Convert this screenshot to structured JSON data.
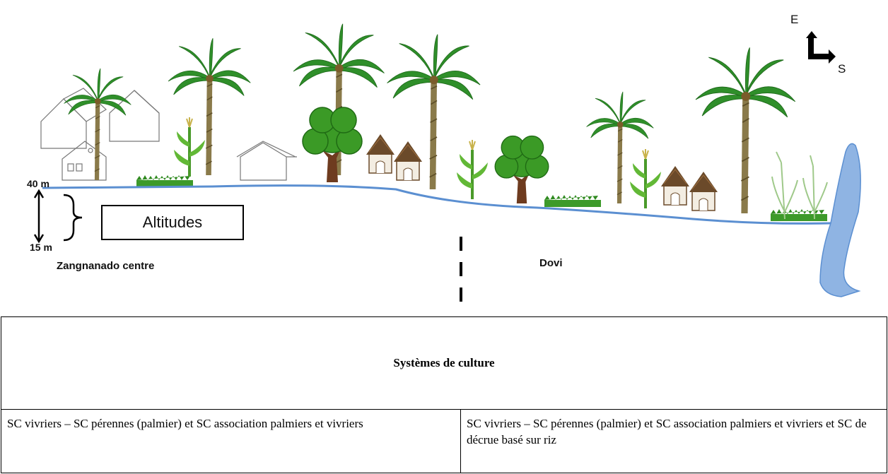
{
  "scene": {
    "altitude_top": "40 m",
    "altitude_bottom": "15 m",
    "altitudes_label": "Altitudes",
    "zone_left": "Zangnanado centre",
    "zone_right": "Dovi",
    "compass_e": "E",
    "compass_s": "S"
  },
  "table": {
    "header": "Systèmes de culture",
    "left": "SC vivriers – SC pérennes (palmier) et SC association palmiers et vivriers",
    "right": "SC vivriers – SC pérennes (palmier) et SC association palmiers et vivriers et SC de décrue basé sur riz"
  },
  "colors": {
    "ground_line": "#5b8fd1",
    "river": "#8fb4e3",
    "palm_leaf": "#2f8f2a",
    "trunk": "#8a7a4a",
    "grass": "#3d9a2a",
    "tree": "#3b9a26",
    "hut_roof": "#6b4a2a"
  }
}
